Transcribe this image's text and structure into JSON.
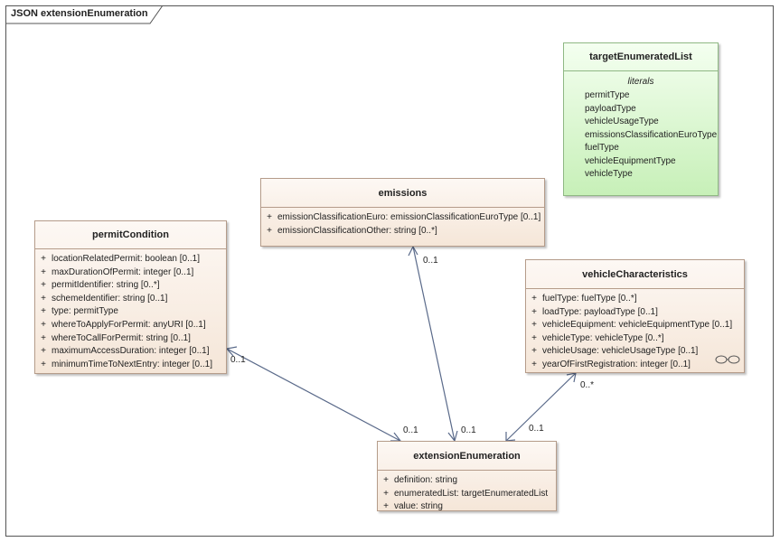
{
  "diagram": {
    "title": "JSON extensionEnumeration"
  },
  "classes": {
    "targetEnumeratedList": {
      "name": "targetEnumeratedList",
      "section_label": "literals",
      "literals": [
        "permitType",
        "payloadType",
        "vehicleUsageType",
        "emissionsClassificationEuroType",
        "fuelType",
        "vehicleEquipmentType",
        "vehicleType"
      ]
    },
    "emissions": {
      "name": "emissions",
      "attributes": [
        {
          "vis": "+",
          "text": "emissionClassificationEuro: emissionClassificationEuroType [0..1]"
        },
        {
          "vis": "+",
          "text": "emissionClassificationOther: string [0..*]"
        }
      ]
    },
    "permitCondition": {
      "name": "permitCondition",
      "attributes": [
        {
          "vis": "+",
          "text": "locationRelatedPermit: boolean [0..1]"
        },
        {
          "vis": "+",
          "text": "maxDurationOfPermit: integer [0..1]"
        },
        {
          "vis": "+",
          "text": "permitIdentifier: string [0..*]"
        },
        {
          "vis": "+",
          "text": "schemeIdentifier: string [0..1]"
        },
        {
          "vis": "+",
          "text": "type: permitType"
        },
        {
          "vis": "+",
          "text": "whereToApplyForPermit: anyURI [0..1]"
        },
        {
          "vis": "+",
          "text": "whereToCallForPermit: string [0..1]"
        },
        {
          "vis": "+",
          "text": "maximumAccessDuration: integer [0..1]"
        },
        {
          "vis": "+",
          "text": "minimumTimeToNextEntry: integer [0..1]"
        }
      ]
    },
    "vehicleCharacteristics": {
      "name": "vehicleCharacteristics",
      "attributes": [
        {
          "vis": "+",
          "text": "fuelType: fuelType [0..*]"
        },
        {
          "vis": "+",
          "text": "loadType: payloadType [0..1]"
        },
        {
          "vis": "+",
          "text": "vehicleEquipment: vehicleEquipmentType [0..1]"
        },
        {
          "vis": "+",
          "text": "vehicleType: vehicleType [0..*]"
        },
        {
          "vis": "+",
          "text": "vehicleUsage: vehicleUsageType [0..1]"
        },
        {
          "vis": "+",
          "text": "yearOfFirstRegistration: integer [0..1]"
        }
      ]
    },
    "extensionEnumeration": {
      "name": "extensionEnumeration",
      "attributes": [
        {
          "vis": "+",
          "text": "definition: string"
        },
        {
          "vis": "+",
          "text": "enumeratedList: targetEnumeratedList"
        },
        {
          "vis": "+",
          "text": "value: string"
        }
      ]
    }
  },
  "multiplicities": {
    "emissions_end": "0..1",
    "ext_top_mid": "0..1",
    "permit_end": "0..1",
    "ext_top_left": "0..1",
    "vehicle_end": "0..*",
    "ext_top_right": "0..1"
  },
  "colors": {
    "class_fill": "#f5e6d8",
    "class_border": "#b59c8a",
    "enum_fill": "#c7f0b8",
    "connector": "#5a6a8a"
  }
}
